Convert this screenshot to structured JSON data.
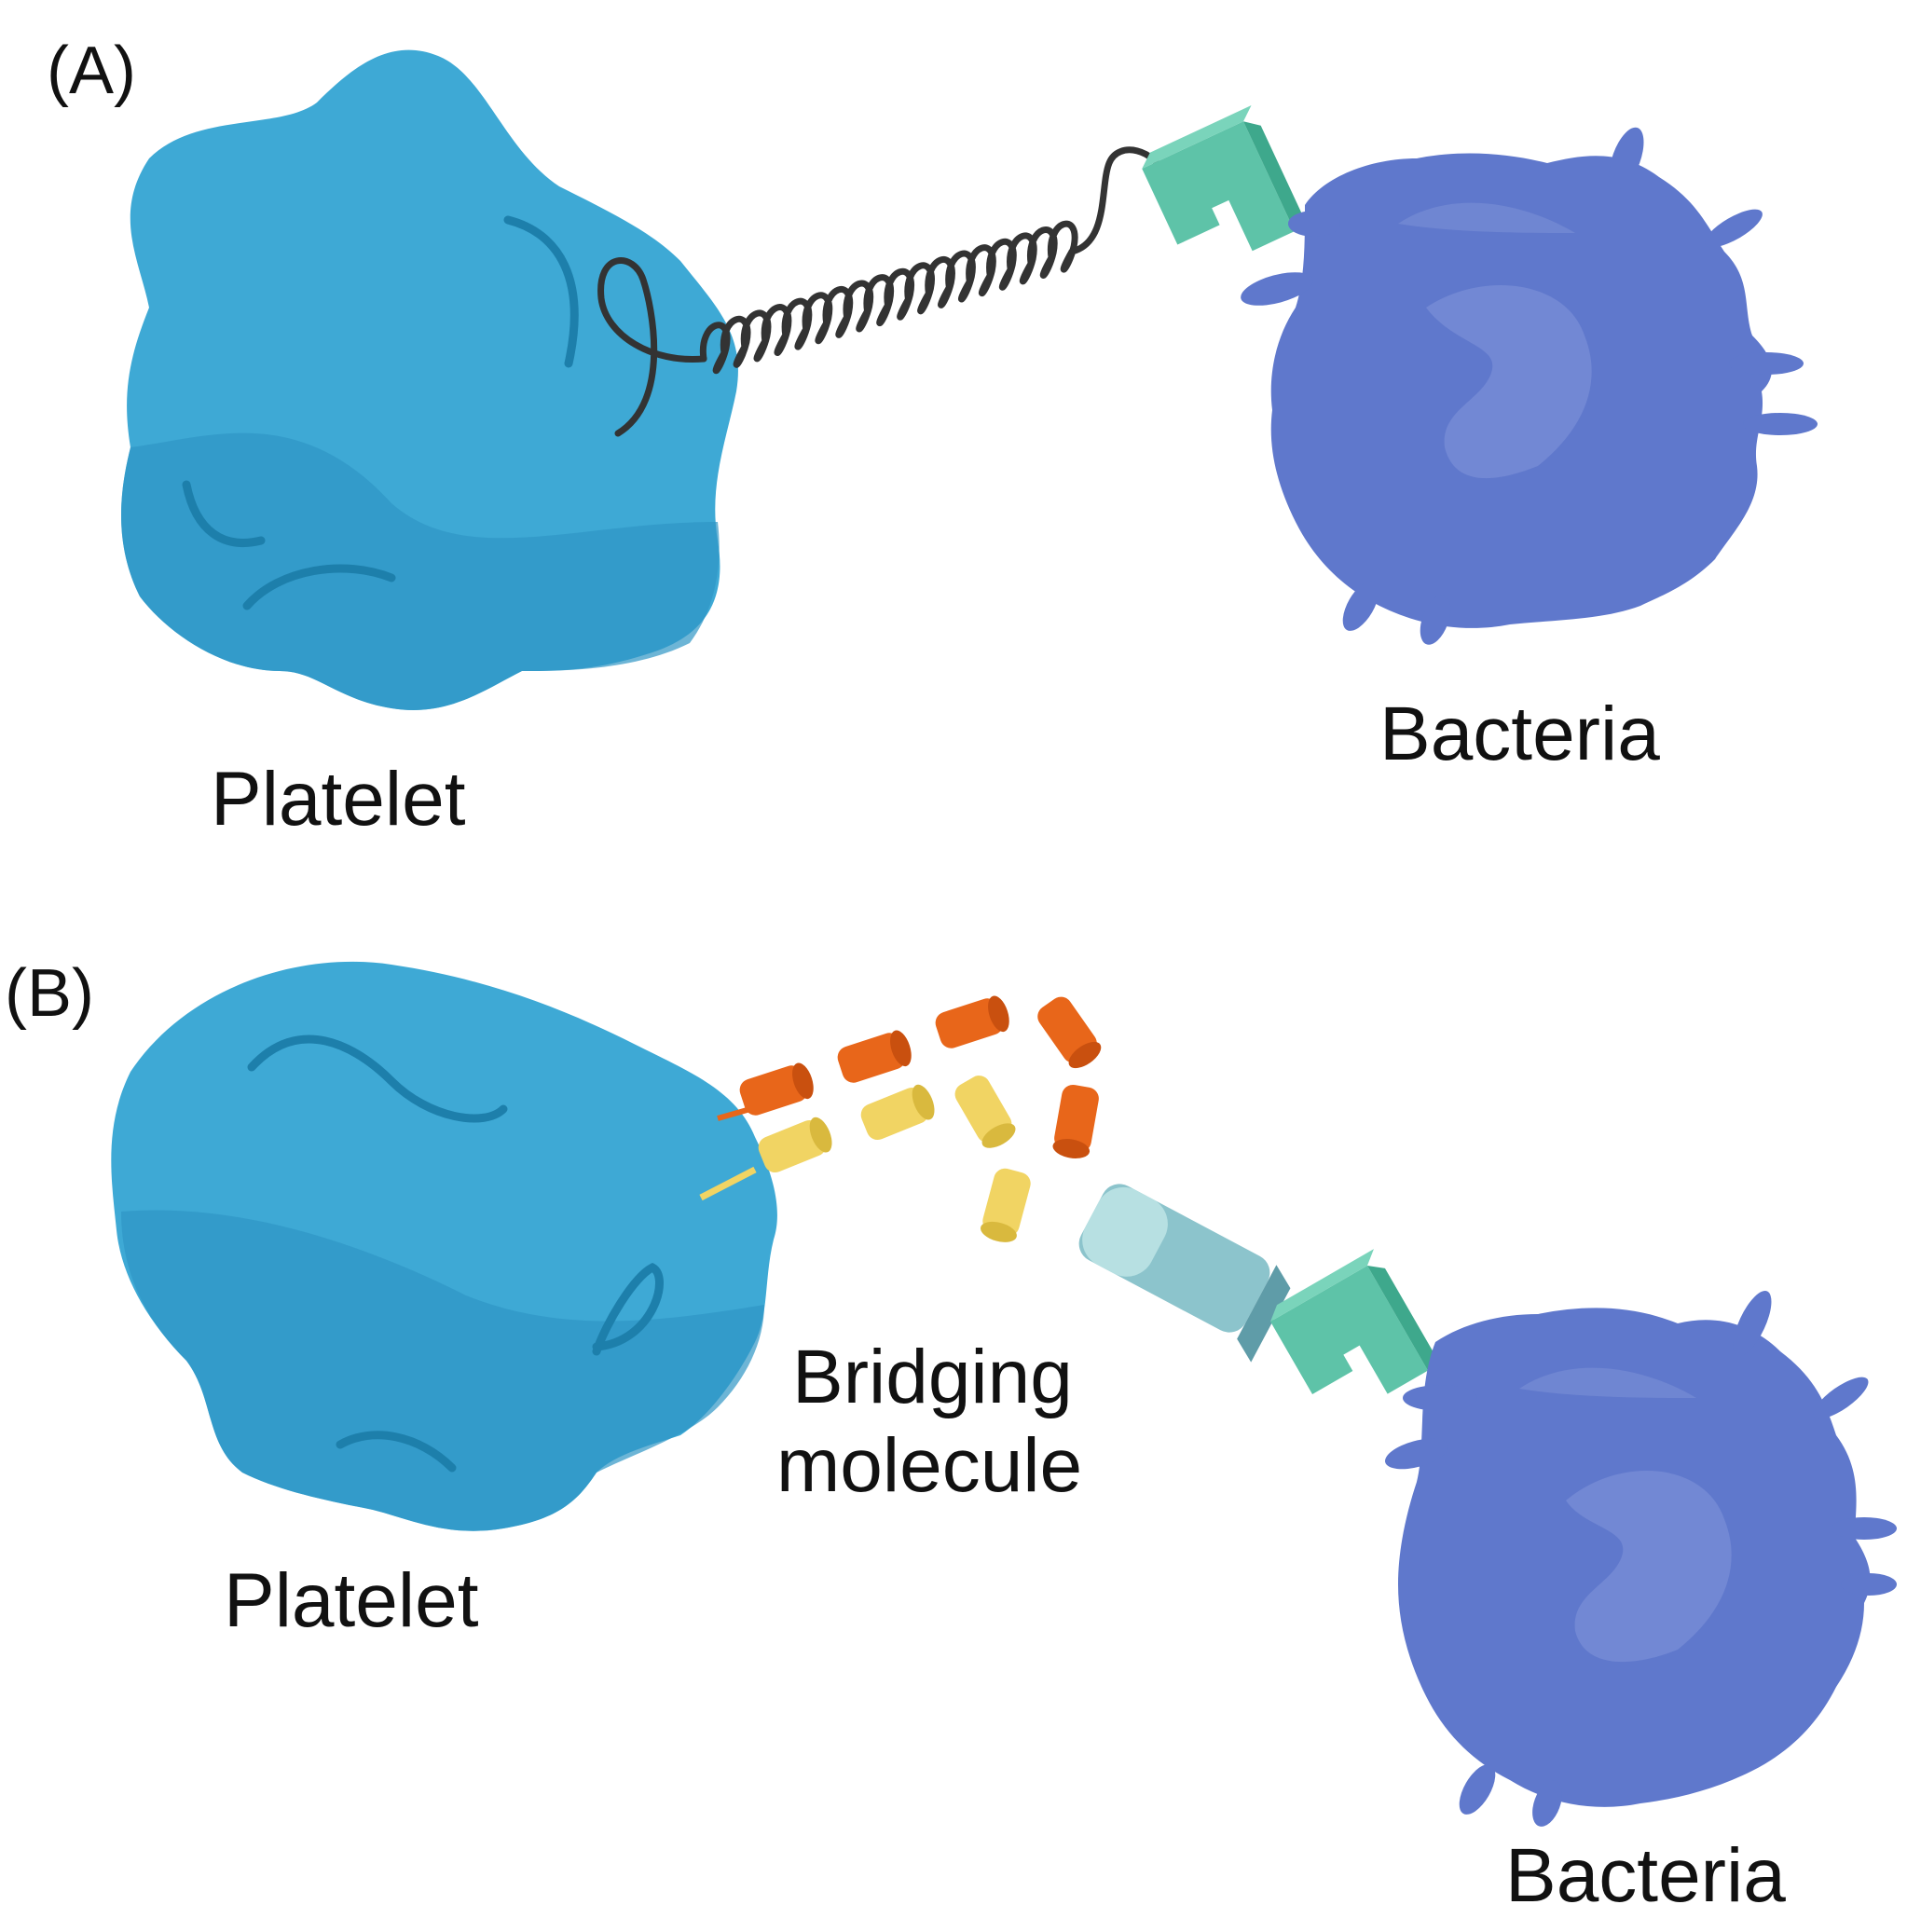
{
  "panel_a": {
    "label": "(A)",
    "platelet_label": "Platelet",
    "bacteria_label": "Bacteria"
  },
  "panel_b": {
    "label": "(B)",
    "platelet_label": "Platelet",
    "bridging_label_line1": "Bridging",
    "bridging_label_line2": "molecule",
    "bacteria_label": "Bacteria"
  },
  "colors": {
    "platelet": "#3ea9d5",
    "platelet_shade": "#2f96c4",
    "platelet_curve": "#1d7fab",
    "bacteria": "#5f78cc",
    "bacteria_highlight": "#7f93d8",
    "receptor": "#5ec3a8",
    "receptor_dark": "#3ea88c",
    "orange": "#e8661a",
    "yellow": "#f1d463",
    "teal_block": "#8cc4cc"
  }
}
